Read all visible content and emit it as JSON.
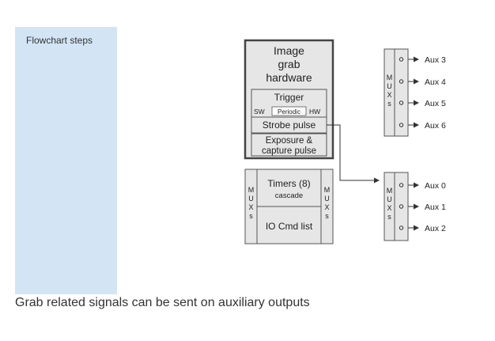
{
  "sidebar": {
    "title": "Flowchart steps"
  },
  "caption": "Grab related signals can be sent on auxiliary outputs",
  "grab": {
    "title_lines": [
      "Image",
      "grab",
      "hardware"
    ],
    "trigger": "Trigger",
    "sw": "SW",
    "periodic": "Periodic",
    "hw": "HW",
    "strobe": "Strobe pulse",
    "exposure_lines": [
      "Exposure &",
      "capture pulse"
    ]
  },
  "timers": {
    "title": "Timers (8)",
    "cascade": "cascade",
    "io": "IO Cmd list",
    "mux_letters": [
      "M",
      "U",
      "X",
      "s"
    ]
  },
  "mux_top": {
    "letters": [
      "M",
      "U",
      "X",
      "s"
    ],
    "outputs": [
      "Aux 3",
      "Aux 4",
      "Aux 5",
      "Aux 6"
    ]
  },
  "mux_bottom": {
    "letters": [
      "M",
      "U",
      "X",
      "s"
    ],
    "outputs": [
      "Aux 0",
      "Aux 1",
      "Aux 2"
    ]
  },
  "colors": {
    "panel": "#d3e5f4",
    "box": "#e6e6e6",
    "border": "#444444"
  }
}
